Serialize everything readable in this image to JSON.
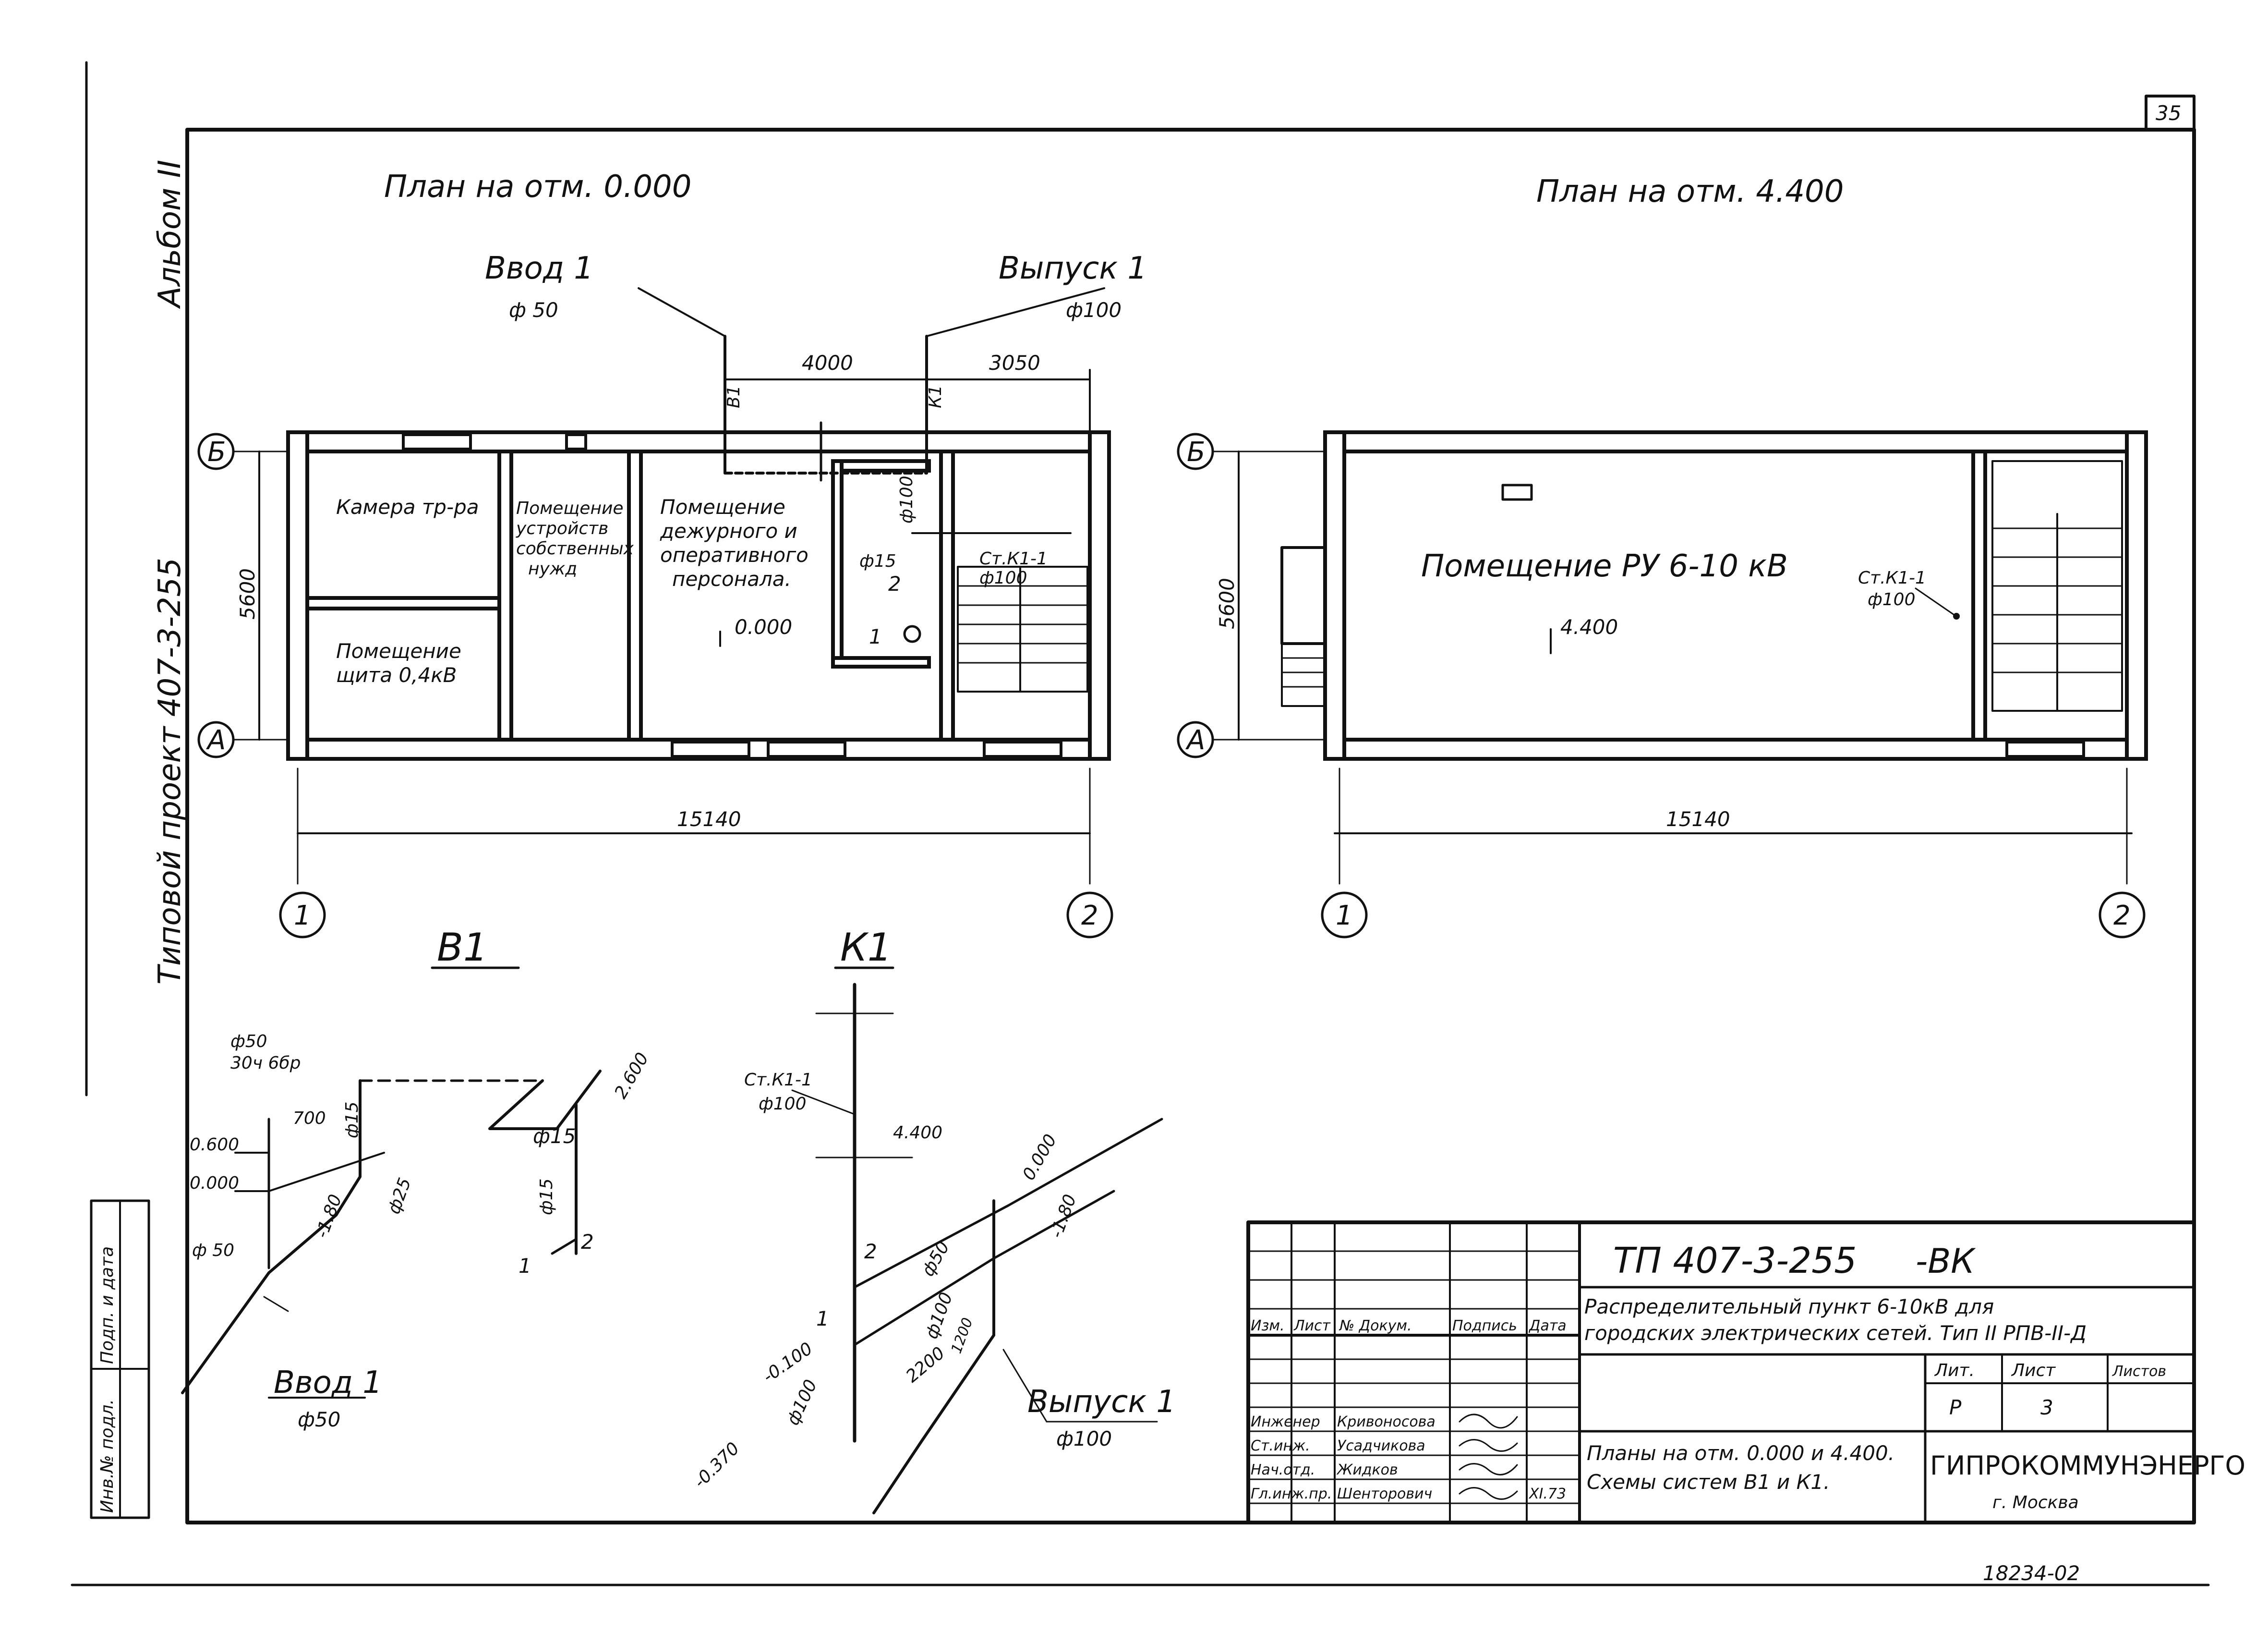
{
  "sheet": {
    "sheet_number": "35",
    "album": "Альбом II",
    "project": "Типовой проект 407-3-255",
    "inventory_no": "18234-02",
    "side_stamp": [
      "Инв.№ подл.",
      "Подп. и дата"
    ]
  },
  "plan1": {
    "title": "План на отм. 0.000",
    "input_label": "Ввод 1",
    "input_dia": "ф 50",
    "output_label": "Выпуск 1",
    "output_dia": "ф100",
    "dim_4000": "4000",
    "dim_3050": "3050",
    "dim_5600": "5600",
    "dim_15140": "15140",
    "pipe_b1": "В1",
    "pipe_k1": "К1",
    "rooms": {
      "camera": "Камера тр-ра",
      "own_needs": "Помещение устройств собственных нужд",
      "duty": "Помещение дежурного и оперативного персонала.",
      "panel": "Помещение щита 0,4кВ"
    },
    "mark_0000": "0.000",
    "dia_15": "ф15",
    "dia_100": "ф100",
    "riser": "Ст.К1-1",
    "riser_dia": "ф100",
    "n1": "1",
    "n2": "2"
  },
  "plan2": {
    "title": "План на отм. 4.400",
    "room": "Помещение РУ 6-10 кВ",
    "mark": "4.400",
    "riser": "Ст.К1-1",
    "riser_dia": "ф100",
    "dim_5600": "5600",
    "dim_15140": "15140"
  },
  "axes": {
    "a": "А",
    "b": "Б",
    "one": "1",
    "two": "2"
  },
  "schemeB1": {
    "title": "В1",
    "valve": "ф50",
    "valve_type": "30ч 6бр",
    "m600": "0.600",
    "m000": "0.000",
    "d700": "700",
    "d15": "ф15",
    "d25": "ф25",
    "h180": "-1.80",
    "h2600": "2.600",
    "dia50": "ф 50",
    "dia15": "ф15",
    "n1": "1",
    "n2": "2",
    "input": "Ввод 1",
    "input_dia": "ф50"
  },
  "schemeK1": {
    "title": "К1",
    "riser": "Ст.К1-1",
    "riser_dia": "ф100",
    "m4400": "4.400",
    "m000": "0.000",
    "m180": "-1.80",
    "m100": "-0.100",
    "m370": "-0.370",
    "d50": "ф50",
    "d100a": "ф100",
    "d100b": "ф100",
    "l2200": "2200",
    "l1200": "1200",
    "outlet": "Выпуск 1",
    "outlet_dia": "ф100",
    "n1": "1",
    "n2": "2"
  },
  "titleblock": {
    "code": "ТП 407-3-255",
    "suffix": "-ВК",
    "desc1": "Распределительный пункт 6-10кВ для",
    "desc2": "городских электрических сетей. Тип II РПВ-II-Д",
    "h_izm": "Изм.",
    "h_list": "Лист",
    "h_doc": "№ Докум.",
    "h_sign": "Подпись",
    "h_date": "Дата",
    "lit_h": "Лит.",
    "list_h": "Лист",
    "listov_h": "Листов",
    "lit": "Р",
    "list": "3",
    "roles": [
      "Инженер",
      "Ст.инж.",
      "Нач.отд.",
      "Гл.инж.пр."
    ],
    "names": [
      "Кривоносова",
      "Усадчикова",
      "Жидков",
      "Шенторович"
    ],
    "date": "XI.73",
    "sheet_title1": "Планы на отм. 0.000 и 4.400.",
    "sheet_title2": "Схемы систем В1 и К1.",
    "org": "ГИПРОКОММУНЭНЕРГО",
    "city": "г. Москва"
  }
}
